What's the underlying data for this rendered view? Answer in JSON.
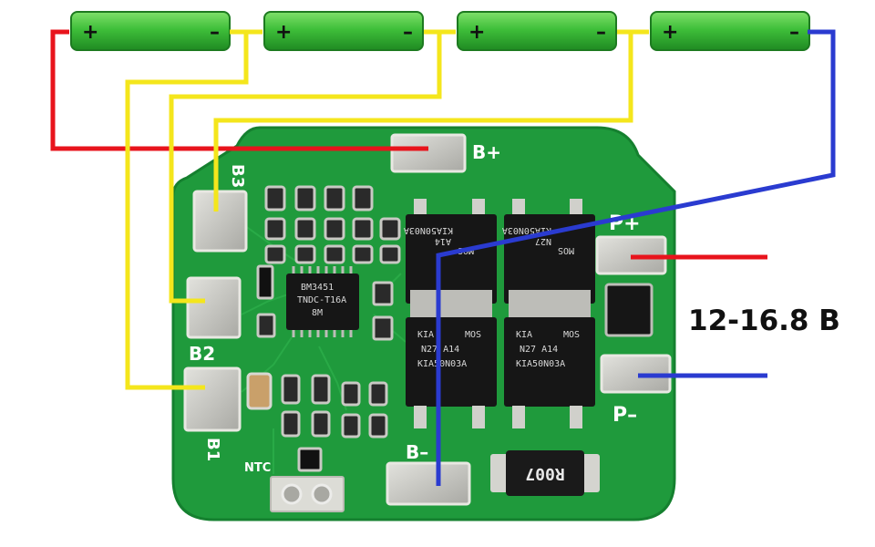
{
  "colors": {
    "pcb": "#1f9a3c",
    "pcb_dark": "#15802f",
    "battery": "#3fbf3a",
    "wire_red": "#e8141c",
    "wire_yellow": "#f4e61c",
    "wire_blue": "#2a3bd0",
    "pad": "#c9c9c4",
    "chip": "#161616"
  },
  "batteries": [
    {
      "plus": "+",
      "minus": "–"
    },
    {
      "plus": "+",
      "minus": "–"
    },
    {
      "plus": "+",
      "minus": "–"
    },
    {
      "plus": "+",
      "minus": "–"
    }
  ],
  "board": {
    "labels": {
      "b_plus": "B+",
      "b_minus": "B–",
      "b3": "B3",
      "b2": "B2",
      "b1": "B1",
      "p_plus": "P+",
      "p_minus": "P–",
      "ntc": "NTC"
    },
    "ic": {
      "line1": "BM3451",
      "line2": "TNDC-T16A",
      "line3": "8M"
    },
    "mosfets": [
      {
        "line1": "KIA50N03A",
        "line2": "A14",
        "line3": "MOS"
      },
      {
        "line1": "KIA50N03A",
        "line2": "N27",
        "line3": "MOS"
      },
      {
        "line1": "KIA",
        "line2": "MOS",
        "line3": "N27 A14",
        "line4": "KIA50N03A"
      },
      {
        "line1": "KIA",
        "line2": "MOS",
        "line3": "N27 A14",
        "line4": "KIA50N03A"
      }
    ],
    "shunt": "R007"
  },
  "voltage_label": "12-16.8 В"
}
